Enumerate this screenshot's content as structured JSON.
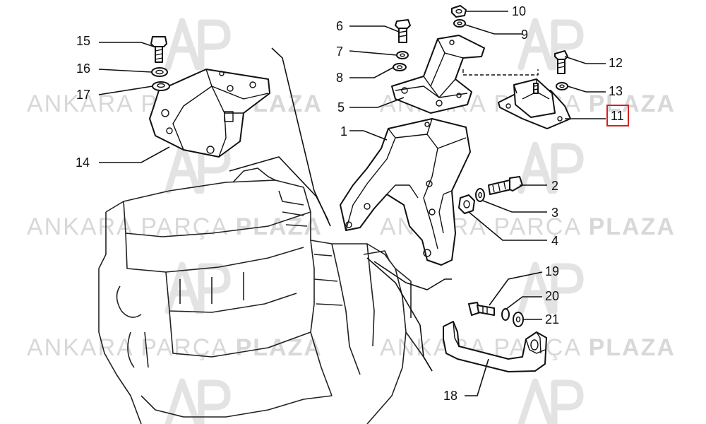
{
  "watermark": {
    "brand_light": "ANKARA PARÇA",
    "brand_bold": "PLAZA",
    "logo_letters": "AP"
  },
  "callouts": [
    {
      "id": "1",
      "text": "1"
    },
    {
      "id": "2",
      "text": "2"
    },
    {
      "id": "3",
      "text": "3"
    },
    {
      "id": "4",
      "text": "4"
    },
    {
      "id": "5",
      "text": "5"
    },
    {
      "id": "6",
      "text": "6"
    },
    {
      "id": "7",
      "text": "7"
    },
    {
      "id": "8",
      "text": "8"
    },
    {
      "id": "9",
      "text": "9"
    },
    {
      "id": "10",
      "text": "10"
    },
    {
      "id": "11",
      "text": "11"
    },
    {
      "id": "12",
      "text": "12"
    },
    {
      "id": "13",
      "text": "13"
    },
    {
      "id": "14",
      "text": "14"
    },
    {
      "id": "15",
      "text": "15"
    },
    {
      "id": "16",
      "text": "16"
    },
    {
      "id": "17",
      "text": "17"
    },
    {
      "id": "18",
      "text": "18"
    },
    {
      "id": "19",
      "text": "19"
    },
    {
      "id": "20",
      "text": "20"
    },
    {
      "id": "21",
      "text": "21"
    }
  ],
  "highlighted_callout": "11",
  "colors": {
    "highlight": "#d62020",
    "line": "#111111",
    "watermark": "#d8d8d8"
  }
}
